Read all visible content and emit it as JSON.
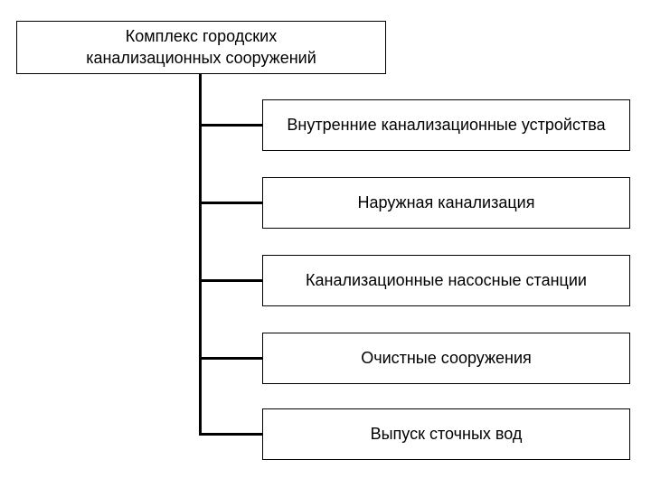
{
  "diagram": {
    "title": "Комплекс городских канализационных сооружений",
    "root": {
      "label": "Комплекс городских канализационных сооружений",
      "lines": [
        "Комплекс городских",
        "канализационных сооружений"
      ]
    },
    "children": [
      {
        "label": "Внутренние канализационные устройства"
      },
      {
        "label": "Наружная канализация"
      },
      {
        "label": "Канализационные насосные станции"
      },
      {
        "label": "Очистные сооружения"
      },
      {
        "label": "Выпуск сточных вод"
      }
    ],
    "colors": {
      "background": "#ffffff",
      "border": "#000000",
      "text": "#000000",
      "connector": "#000000"
    }
  }
}
